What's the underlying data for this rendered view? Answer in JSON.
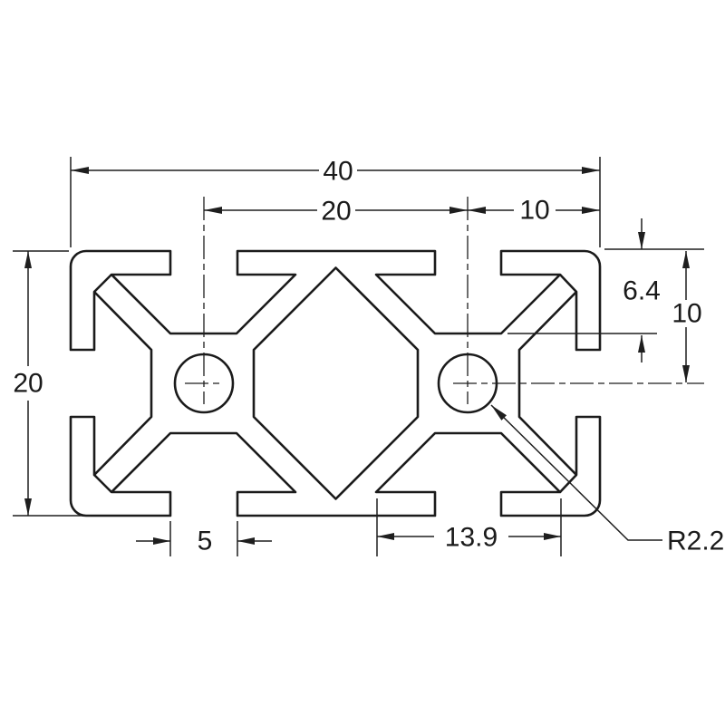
{
  "drawing": {
    "background": "#ffffff",
    "line_color": "#1b1b1b",
    "type": "extrusion-profile-cross-section",
    "dimensions": {
      "overall_width": "40",
      "slot_center_spacing": "20",
      "center_to_edge": "10",
      "slot_depth": "6.4",
      "face_to_bore_center": "10",
      "overall_height": "20",
      "slot_opening_width": "5",
      "inner_cavity_width": "13.9",
      "bore_radius": "R2.2"
    }
  }
}
